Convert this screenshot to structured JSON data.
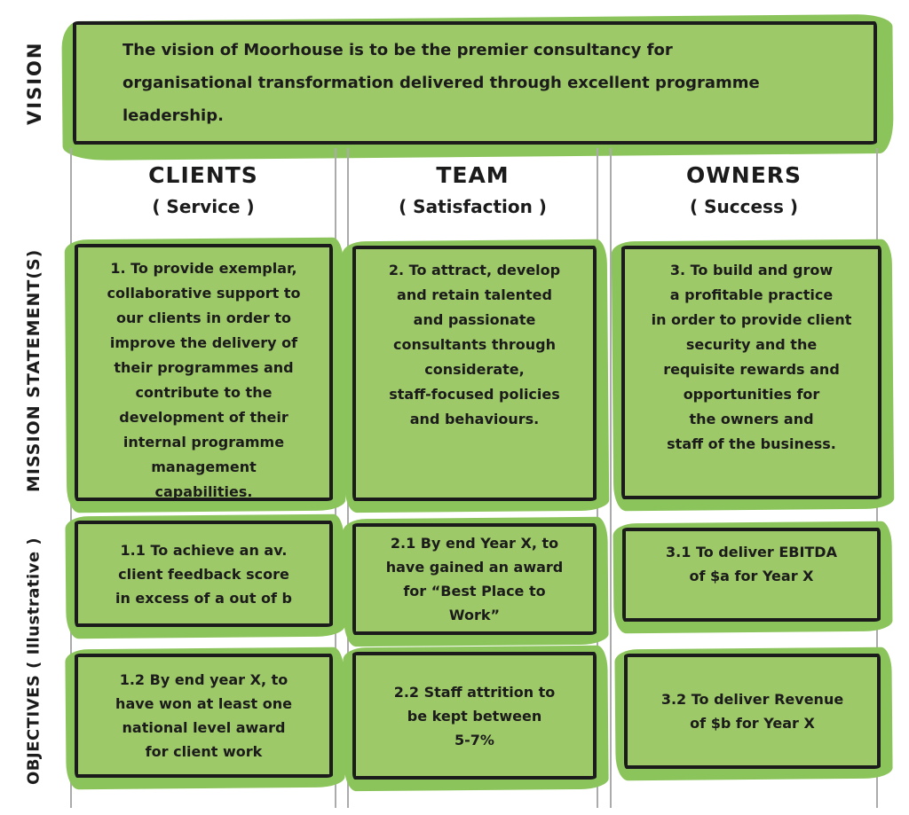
{
  "palette": {
    "box_fill": "#9ec968",
    "blob_green": "#8cc45c",
    "ink": "#1b1b1b",
    "grid_line": "#ababab",
    "text": "#111111",
    "background": "#ffffff"
  },
  "side_labels": {
    "vision": "VISION",
    "mission": "MISSION STATEMENT(S)",
    "objectives": "OBJECTIVES ( Illustrative )"
  },
  "vision": {
    "text": "The vision of Moorhouse is to be the premier consultancy for\norganisational transformation delivered through excellent programme\nleadership."
  },
  "columns": [
    {
      "id": "clients",
      "header": "CLIENTS",
      "subheader": "( Service )",
      "mission": "1. To provide exemplar,\ncollaborative support to\nour clients in order to\nimprove the delivery of\ntheir programmes and\ncontribute to the\ndevelopment of their\ninternal programme\nmanagement\ncapabilities.",
      "objectives": [
        "1.1 To achieve an av.\nclient feedback score\nin excess of a out of b",
        "1.2 By end year X, to\nhave won at least one\nnational level award\nfor client work"
      ]
    },
    {
      "id": "team",
      "header": "TEAM",
      "subheader": "( Satisfaction )",
      "mission": "2. To attract, develop\nand retain talented\nand passionate\nconsultants through\nconsiderate,\nstaff-focused policies\nand behaviours.",
      "objectives": [
        "2.1 By end Year X, to\nhave gained an award\nfor “Best Place to\nWork”",
        "2.2 Staff attrition to\nbe kept between\n5-7%"
      ]
    },
    {
      "id": "owners",
      "header": "OWNERS",
      "subheader": "( Success )",
      "mission": "3. To build and grow\na profitable practice\nin order to provide client\nsecurity and the\nrequisite rewards and\nopportunities for\nthe owners and\nstaff of the business.",
      "objectives": [
        "3.1 To deliver EBITDA\nof $a for Year X",
        "3.2 To deliver Revenue\nof $b for Year X"
      ]
    }
  ]
}
